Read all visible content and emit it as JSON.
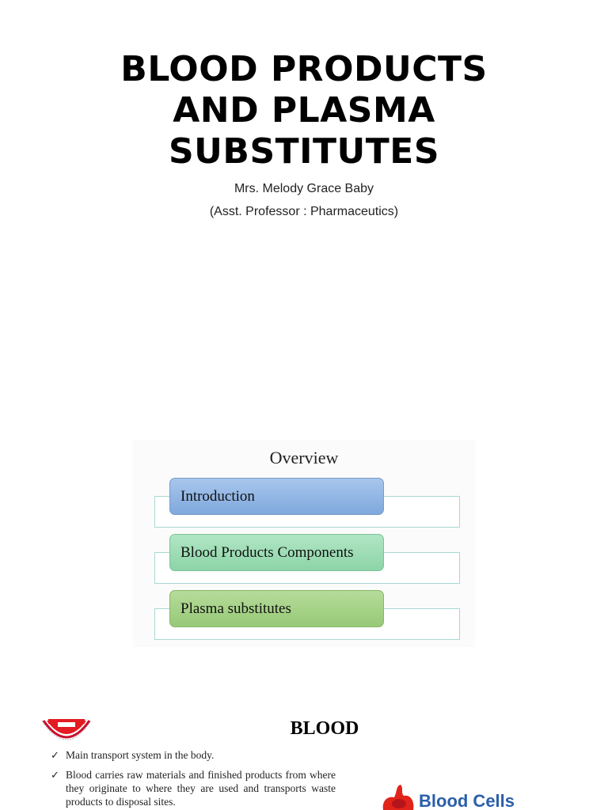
{
  "slide1": {
    "title_lines": [
      "BLOOD PRODUCTS",
      "AND PLASMA",
      "SUBSTITUTES"
    ],
    "author": "Mrs. Melody Grace Baby",
    "role": "(Asst. Professor : Pharmaceutics)"
  },
  "overview": {
    "title": "Overview",
    "items": [
      "Introduction",
      "Blood Products Components",
      "Plasma substitutes"
    ]
  },
  "slide3": {
    "title": "BLOOD",
    "bullets": [
      "Main transport system in the body.",
      "Blood carries raw materials and finished products from where they originate to where they are used and transports waste products to disposal sites."
    ],
    "image_label": "Blood Cells"
  }
}
